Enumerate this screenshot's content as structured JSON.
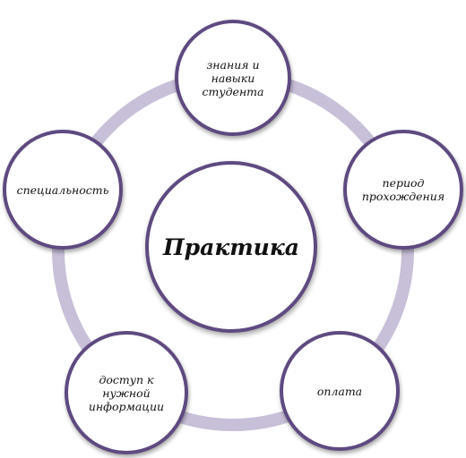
{
  "center": {
    "label": "Практика"
  },
  "nodes": [
    {
      "id": "top",
      "label": "знания и\nнавыки\nстудента"
    },
    {
      "id": "right",
      "label": "период\nпрохождения"
    },
    {
      "id": "bottom-right",
      "label": "оплата"
    },
    {
      "id": "bottom-left",
      "label": "доступ к\nнужной\nинформации"
    },
    {
      "id": "left",
      "label": "специальность"
    }
  ],
  "colors": {
    "node_border": "#5e4a80",
    "ring": "#c8c0d9",
    "text": "#111111"
  }
}
